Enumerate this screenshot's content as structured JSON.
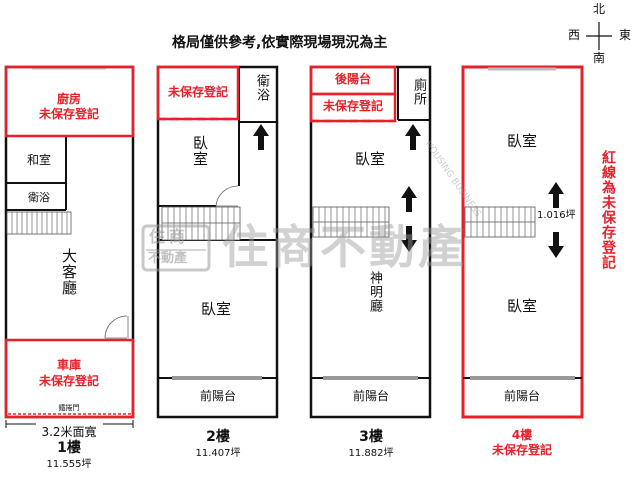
{
  "header": {
    "title": "格局僅供參考,依實際現場現況為主"
  },
  "compass": {
    "north": "北",
    "south": "南",
    "east": "東",
    "west": "西"
  },
  "watermark": {
    "logo_top": "住商",
    "logo_bottom": "不動產",
    "text": "住商不動產",
    "side": "HOUSING BUSINESS"
  },
  "floor1": {
    "kitchen": "廚房",
    "kitchen_note": "未保存登記",
    "japanese_room": "和室",
    "bathroom": "衛浴",
    "living_room": "大客廳",
    "garage": "車庫",
    "garage_note": "未保存登記",
    "shutter": "鐵捲門",
    "frontage": "3.2米面寬",
    "floor_label": "1樓",
    "area": "11.555坪"
  },
  "floor2": {
    "unregistered": "未保存登記",
    "bathroom": "衛浴",
    "bedroom_top": "臥室",
    "bedroom_main": "臥室",
    "front_balcony": "前陽台",
    "floor_label": "2樓",
    "area": "11.407坪"
  },
  "floor3": {
    "rear_balcony": "後陽台",
    "unregistered": "未保存登記",
    "toilet": "廁所",
    "bedroom": "臥室",
    "shrine_hall": "神明廳",
    "front_balcony": "前陽台",
    "floor_label": "3樓",
    "area": "11.882坪"
  },
  "floor4": {
    "bedroom_top": "臥室",
    "stair_area": "1.016坪",
    "bedroom_bottom": "臥室",
    "front_balcony": "前陽台",
    "floor_label": "4樓",
    "floor_note": "未保存登記",
    "red_line_note": "紅線為未保存登記"
  },
  "colors": {
    "wall": "#111111",
    "unregistered": "#e8202a",
    "watermark": "#9a9a9a"
  }
}
